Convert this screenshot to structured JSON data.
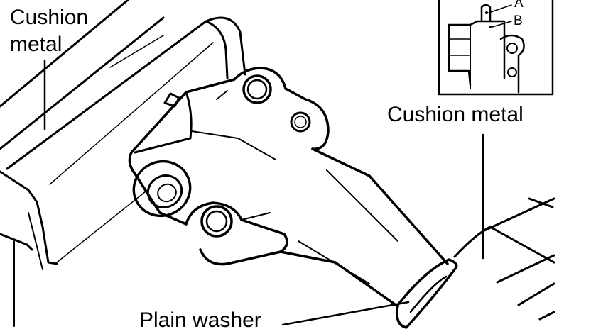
{
  "labels": {
    "cushion_metal_left_line1": "Cushion",
    "cushion_metal_left_line2": "metal",
    "cushion_metal_right": "Cushion metal",
    "plain_washer": "Plain washer",
    "inset_point_a": "A",
    "inset_point_b": "B"
  }
}
